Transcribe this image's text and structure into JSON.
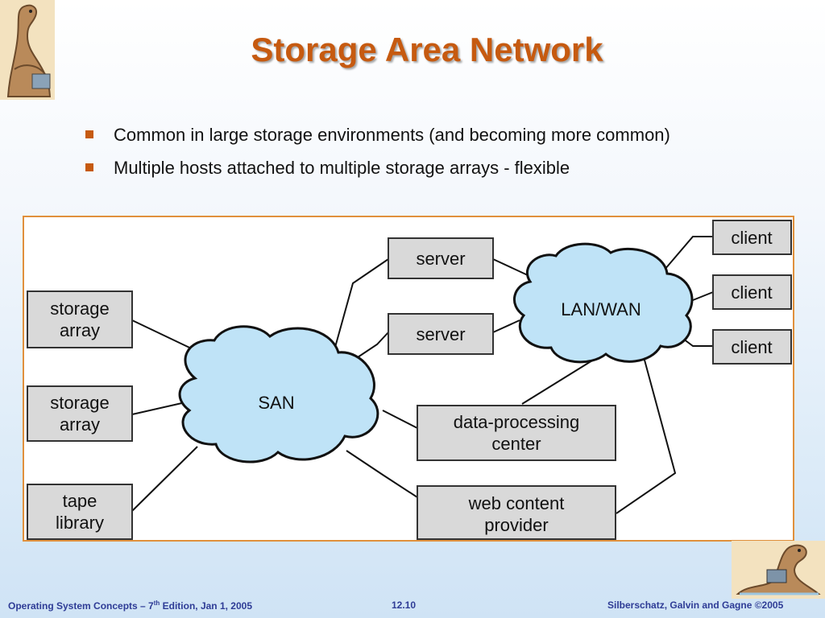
{
  "slide": {
    "title": "Storage Area Network",
    "bullets": [
      "Common in large storage environments (and becoming more common)",
      "Multiple hosts attached to multiple storage arrays - flexible"
    ]
  },
  "diagram": {
    "clouds": {
      "san": "SAN",
      "lan": "LAN/WAN"
    },
    "boxes": {
      "storage_array_1": [
        "storage",
        "array"
      ],
      "storage_array_2": [
        "storage",
        "array"
      ],
      "tape_library": [
        "tape",
        "library"
      ],
      "server_1": [
        "server"
      ],
      "server_2": [
        "server"
      ],
      "data_processing": [
        "data-processing",
        "center"
      ],
      "web_content": [
        "web content",
        "provider"
      ],
      "client_1": [
        "client"
      ],
      "client_2": [
        "client"
      ],
      "client_3": [
        "client"
      ]
    }
  },
  "footer": {
    "left_prefix": "Operating System Concepts – 7",
    "left_sup": "th",
    "left_suffix": " Edition, Jan 1, 2005",
    "page": "12.10",
    "right": "Silberschatz, Galvin and Gagne ©2005"
  },
  "colors": {
    "title": "#c65a10",
    "cloud_fill": "#bfe3f7",
    "box_fill": "#d9d9d9",
    "frame_border": "#e0903c",
    "footer": "#2e3c96"
  },
  "icons": [
    "dinosaur-logo",
    "dinosaur-with-laptop"
  ]
}
